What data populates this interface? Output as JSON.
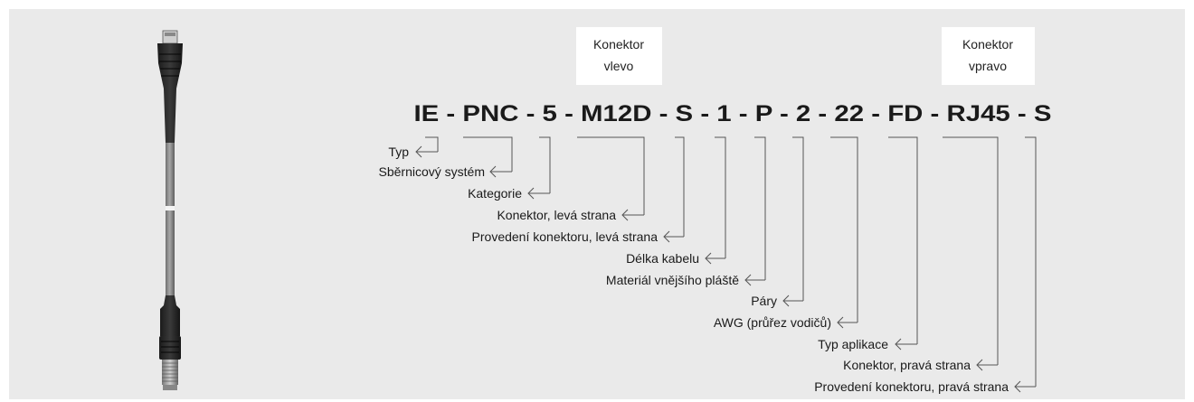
{
  "boxes": [
    {
      "lines": [
        "Konektor",
        "vlevo"
      ]
    },
    {
      "lines": [
        "Konektor",
        "vpravo"
      ]
    }
  ],
  "code": "IE - PNC - 5 - M12D - S - 1 - P - 2 - 22 - FD - RJ45 - S",
  "segments": [
    "IE",
    "PNC",
    "5",
    "M12D",
    "S",
    "1",
    "P",
    "2",
    "22",
    "FD",
    "RJ45",
    "S"
  ],
  "fields": [
    "Typ",
    "Sběrnicový systém",
    "Kategorie",
    "Konektor, levá strana",
    "Provedení konektoru, levá strana",
    "Délka kabelu",
    "Materiál vnějšího pláště",
    "Páry",
    "AWG (průřez vodičů)",
    "Typ aplikace",
    "Konektor, pravá strana",
    "Provedení konektoru, pravá strana"
  ]
}
